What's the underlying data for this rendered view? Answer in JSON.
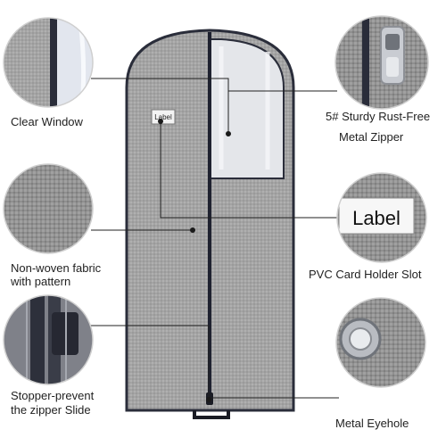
{
  "callouts": {
    "clear_window": "Clear Window",
    "zipper_line1": "5# Sturdy Rust-Free",
    "zipper_line2": "Metal Zipper",
    "label_card_text": "Label",
    "card_holder": "PVC Card Holder Slot",
    "fabric_line1": "Non-woven fabric",
    "fabric_line2": "with pattern",
    "stopper_line1": "Stopper-prevent",
    "stopper_line2": "the zipper Slide",
    "eyehole": "Metal Eyehole"
  },
  "bag": {
    "small_label_text": "Label"
  },
  "colors": {
    "fabric": "#a3a3a3",
    "trim": "#2a2d3a",
    "window": "#e4e6ea",
    "line": "#222222"
  }
}
